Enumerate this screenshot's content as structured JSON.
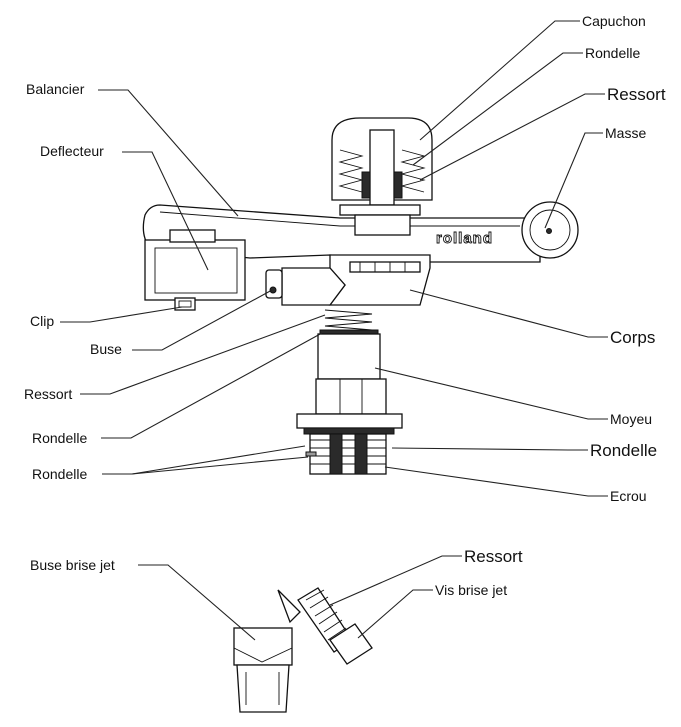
{
  "labels": {
    "capuchon": "Capuchon",
    "rondelle_top": "Rondelle",
    "ressort_top": "Ressort",
    "masse": "Masse",
    "balancier": "Balancier",
    "deflecteur": "Deflecteur",
    "clip": "Clip",
    "buse": "Buse",
    "corps": "Corps",
    "ressort_mid": "Ressort",
    "rondelle_mid": "Rondelle",
    "moyeu": "Moyeu",
    "rondelle_right": "Rondelle",
    "rondelle_left": "Rondelle",
    "ecrou": "Ecrou",
    "buse_brise_jet": "Buse brise jet",
    "ressort_bottom": "Ressort",
    "vis_brise_jet": "Vis brise jet",
    "brand": "rolland"
  },
  "colors": {
    "line": "#111111",
    "fill": "#ffffff",
    "dark": "#2a2a2a"
  }
}
